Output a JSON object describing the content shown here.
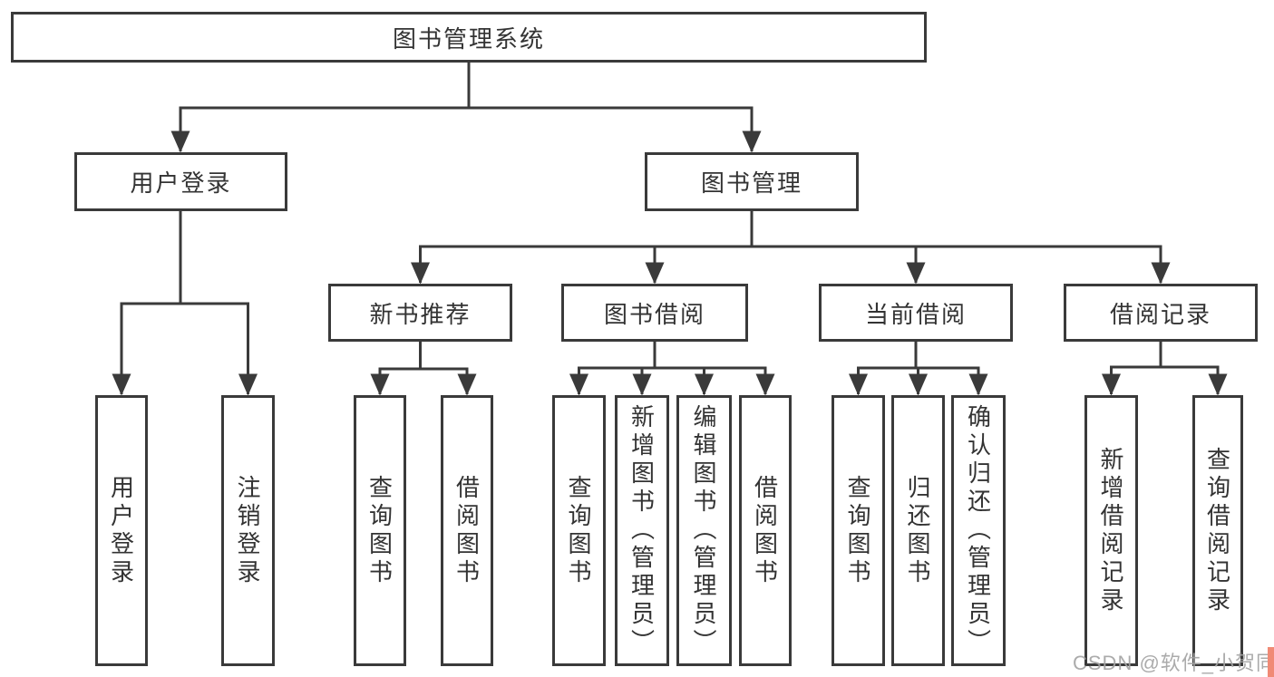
{
  "diagram": {
    "root": {
      "label": "图书管理系统"
    },
    "branches": [
      {
        "label": "用户登录",
        "children": [
          {
            "label": "用户登录"
          },
          {
            "label": "注销登录"
          }
        ]
      },
      {
        "label": "图书管理",
        "children": [
          {
            "label": "新书推荐",
            "children": [
              {
                "label": "查询图书"
              },
              {
                "label": "借阅图书"
              }
            ]
          },
          {
            "label": "图书借阅",
            "children": [
              {
                "label": "查询图书"
              },
              {
                "label": "新增图书（管理员）"
              },
              {
                "label": "编辑图书（管理员）"
              },
              {
                "label": "借阅图书"
              }
            ]
          },
          {
            "label": "当前借阅",
            "children": [
              {
                "label": "查询图书"
              },
              {
                "label": "归还图书"
              },
              {
                "label": "确认归还（管理员）"
              }
            ]
          },
          {
            "label": "借阅记录",
            "children": [
              {
                "label": "新增借阅记录"
              },
              {
                "label": "查询借阅记录"
              }
            ]
          }
        ]
      }
    ]
  },
  "watermark": {
    "text": "CSDN @软件_小贺同学"
  },
  "colors": {
    "line": "#3a3a3a",
    "text": "#333333",
    "background": "#ffffff",
    "watermark": "#a4a4a4",
    "corner_strip": "#f08a75"
  }
}
